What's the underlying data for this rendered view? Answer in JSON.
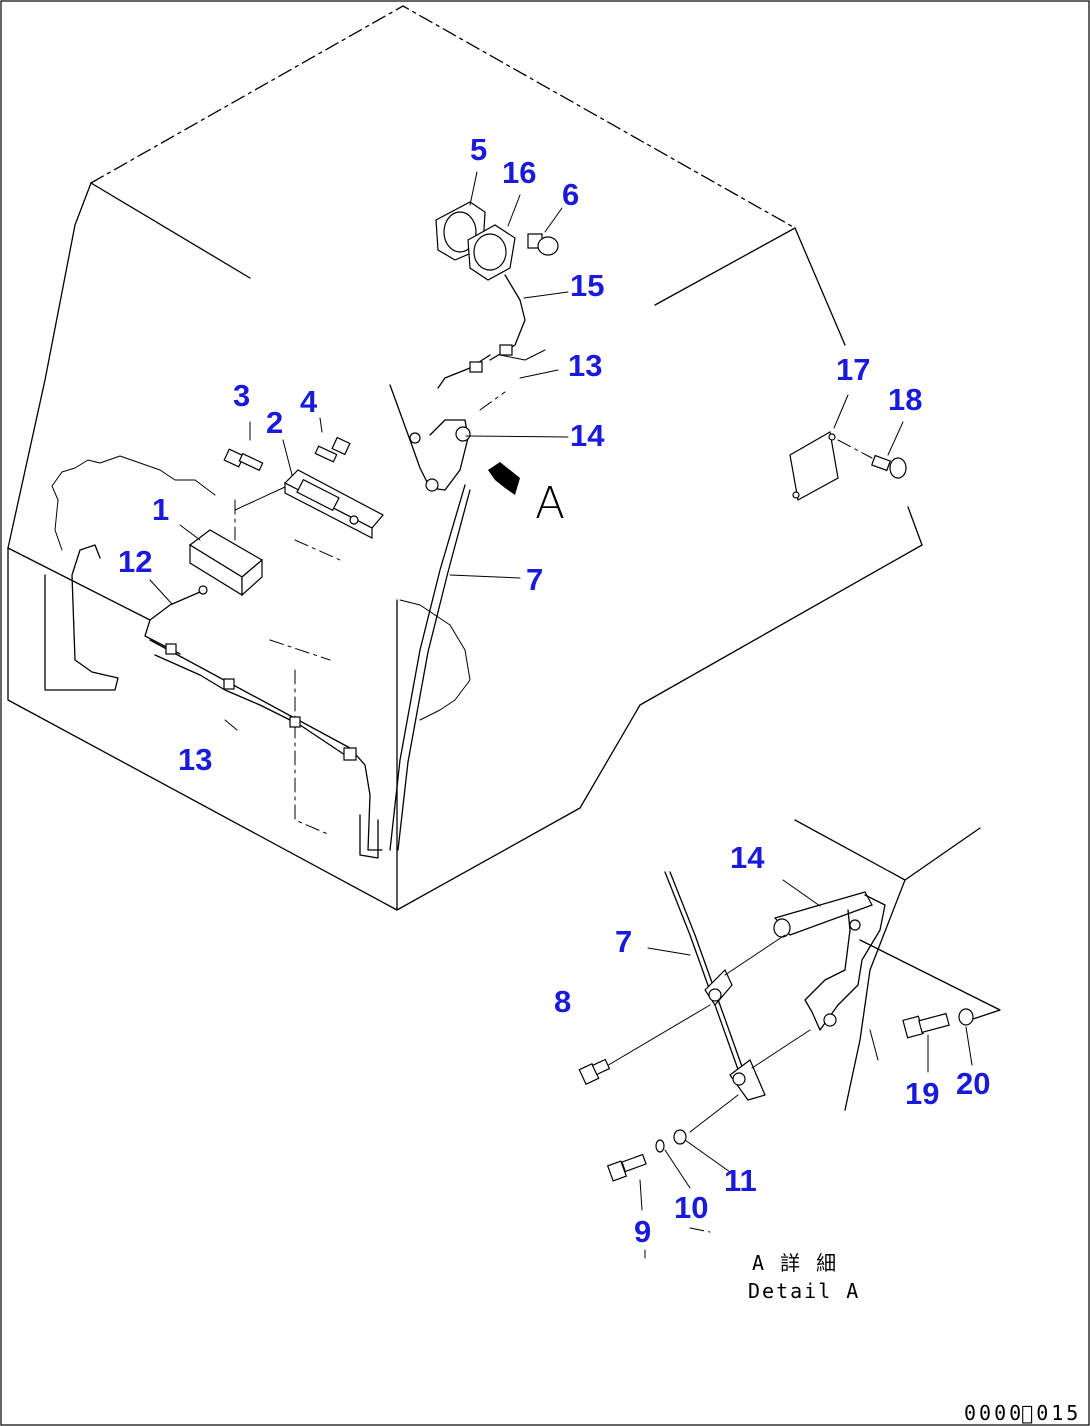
{
  "callouts": {
    "c1": "1",
    "c2": "2",
    "c3": "3",
    "c4": "4",
    "c5": "5",
    "c6": "6",
    "c7": "7",
    "c7b": "7",
    "c8": "8",
    "c9": "9",
    "c10": "10",
    "c11": "11",
    "c12": "12",
    "c13a": "13",
    "c13b": "13",
    "c14a": "14",
    "c14b": "14",
    "c15": "15",
    "c16": "16",
    "c17": "17",
    "c18": "18",
    "c19": "19",
    "c20": "20"
  },
  "view_marker": "A",
  "detail_label_jp": "A 詳 細",
  "detail_label_en": "Detail A",
  "drawing_number": "0000ﾞ015"
}
